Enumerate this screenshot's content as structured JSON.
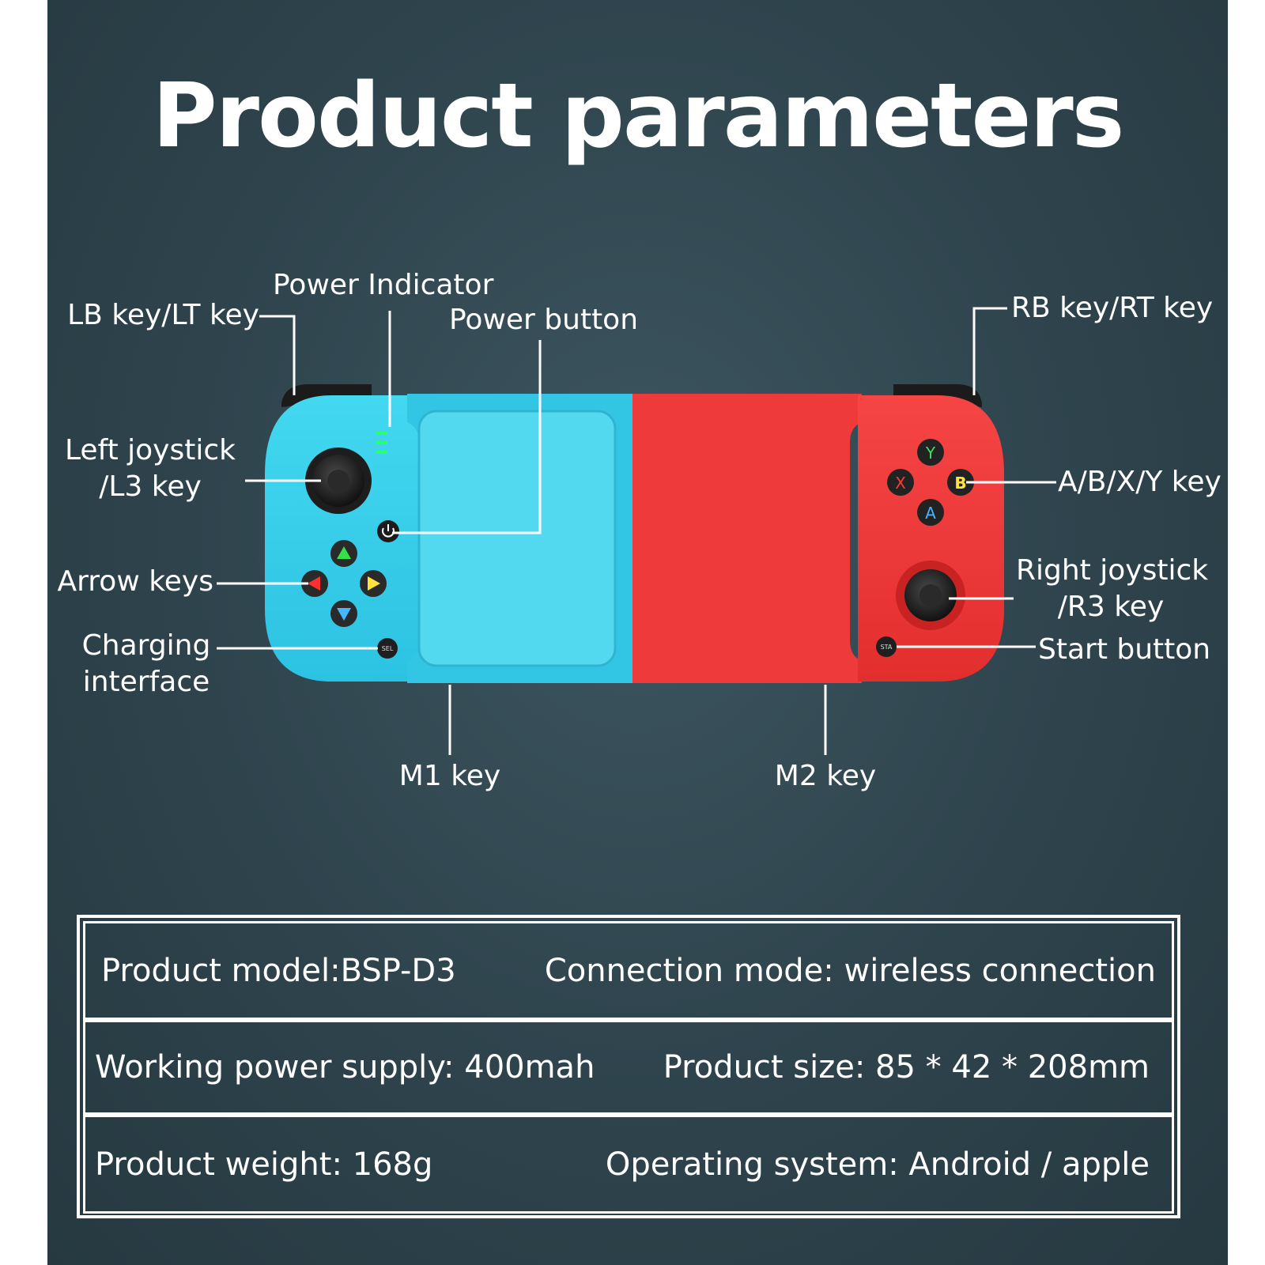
{
  "title": "Product parameters",
  "callouts": {
    "lb_lt": "LB key/LT key",
    "power_indicator": "Power Indicator",
    "power_button": "Power button",
    "rb_rt": "RB key/RT key",
    "left_joystick_line1": "Left joystick",
    "left_joystick_line2": "/L3 key",
    "abxy": "A/B/X/Y key",
    "arrow_keys": "Arrow keys",
    "right_joystick_line1": "Right joystick",
    "right_joystick_line2": "/R3 key",
    "charging_line1": "Charging",
    "charging_line2": "interface",
    "start_button": "Start button",
    "m1": "M1 key",
    "m2": "M2 key"
  },
  "controller": {
    "left_color": "#35d0ea",
    "right_color": "#f23b3b",
    "buttons": {
      "y": "Y",
      "x": "X",
      "b": "B",
      "a": "A",
      "sel": "SEL",
      "sta": "STA"
    }
  },
  "specs": [
    {
      "left": "Product model:BSP-D3",
      "right": "Connection mode: wireless connection"
    },
    {
      "left": "Working power supply: 400mah",
      "right": "Product size: 85 * 42 * 208mm"
    },
    {
      "left": "Product weight: 168g",
      "right": "Operating system: Android / apple"
    }
  ]
}
